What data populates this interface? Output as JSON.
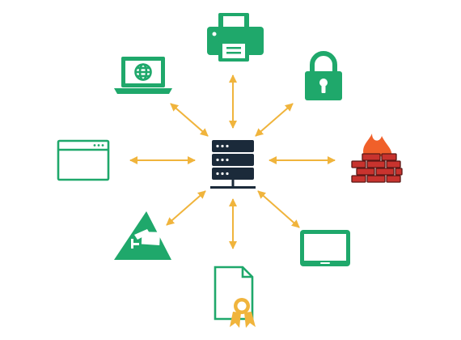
{
  "colors": {
    "primary_green": "#1fa86b",
    "arrow": "#f0b43c",
    "server": "#1b2a3a",
    "brick": "#c8332e",
    "brick_outline": "#5a1714",
    "flame": "#f0602a",
    "ribbon": "#f0b43c",
    "white": "#ffffff"
  },
  "nodes": [
    {
      "id": "server",
      "icon": "server-icon"
    },
    {
      "id": "printer",
      "icon": "printer-icon"
    },
    {
      "id": "laptop",
      "icon": "laptop-globe-icon"
    },
    {
      "id": "lock",
      "icon": "padlock-icon"
    },
    {
      "id": "browser",
      "icon": "browser-window-icon"
    },
    {
      "id": "firewall",
      "icon": "firewall-icon"
    },
    {
      "id": "camera",
      "icon": "cctv-warning-icon"
    },
    {
      "id": "tablet",
      "icon": "tablet-icon"
    },
    {
      "id": "certificate",
      "icon": "certificate-icon"
    }
  ],
  "connections": [
    {
      "from": "server",
      "to": "printer",
      "bidirectional": true
    },
    {
      "from": "server",
      "to": "laptop",
      "bidirectional": true
    },
    {
      "from": "server",
      "to": "lock",
      "bidirectional": true
    },
    {
      "from": "server",
      "to": "browser",
      "bidirectional": true
    },
    {
      "from": "server",
      "to": "firewall",
      "bidirectional": true
    },
    {
      "from": "server",
      "to": "camera",
      "bidirectional": true
    },
    {
      "from": "server",
      "to": "tablet",
      "bidirectional": true
    },
    {
      "from": "server",
      "to": "certificate",
      "bidirectional": true
    }
  ]
}
